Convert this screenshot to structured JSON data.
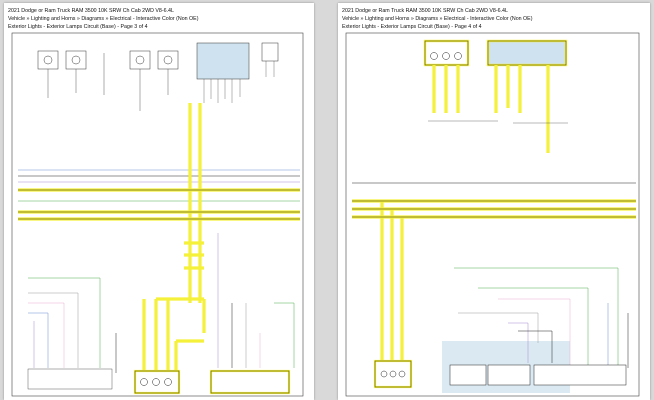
{
  "viewer": {
    "background": "#d9d9d9",
    "highlight_color": "#f5f03a",
    "wire_colors": {
      "green": "#4fae4a",
      "pink": "#e7a9d2",
      "blue": "#6d8fd1",
      "violet": "#a389d1",
      "black": "#222222",
      "gray": "#9a9a9a",
      "connector_fill": "#cfe2ef"
    }
  },
  "pages": [
    {
      "title": "2021 Dodge or Ram Truck RAM 3500 10K SRW Ch Cab 2WD V8-6.4L",
      "breadcrumb": "Vehicle » Lighting and Horns » Diagrams » Electrical - Interactive Color (Non OE)",
      "subtitle": "Exterior Lights - Exterior Lamps Circuit (Base) - Page 3 of 4"
    },
    {
      "title": "2021 Dodge or Ram Truck RAM 3500 10K SRW Ch Cab 2WD V8-6.4L",
      "breadcrumb": "Vehicle » Lighting and Horns » Diagrams » Electrical - Interactive Color (Non OE)",
      "subtitle": "Exterior Lights - Exterior Lamps Circuit (Base) - Page 4 of 4"
    }
  ]
}
